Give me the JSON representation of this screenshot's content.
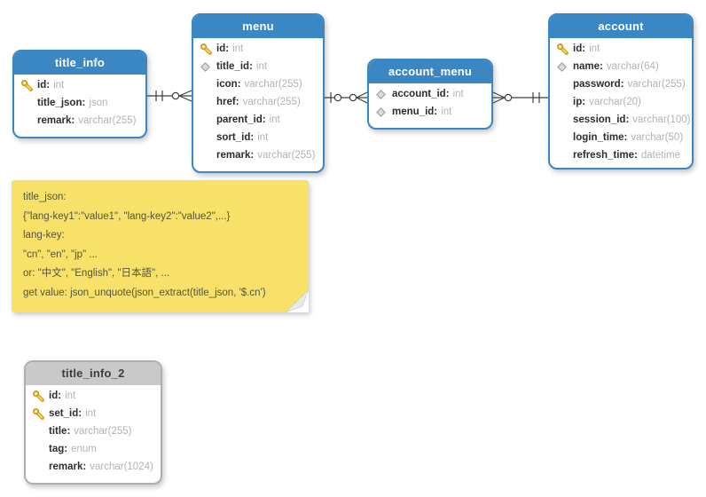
{
  "diagram_title": "database ER diagram",
  "colors": {
    "table_header_blue": "#3a87c4",
    "table_header_gray": "#c9c9c9",
    "note_yellow": "#f7e168",
    "relationship_line": "#404040",
    "field_name_text": "#2d2d2d",
    "field_type_text": "#b2b2b2"
  },
  "tables": [
    {
      "id": "title_info",
      "name": "title_info",
      "header_style": "blue",
      "fields": [
        {
          "icon": "key",
          "name": "id",
          "type": "int"
        },
        {
          "icon": "none",
          "name": "title_json",
          "type": "json"
        },
        {
          "icon": "none",
          "name": "remark",
          "type": "varchar(255)"
        }
      ]
    },
    {
      "id": "menu",
      "name": "menu",
      "header_style": "blue",
      "fields": [
        {
          "icon": "key",
          "name": "id",
          "type": "int"
        },
        {
          "icon": "diamond",
          "name": "title_id",
          "type": "int"
        },
        {
          "icon": "none",
          "name": "icon",
          "type": "varchar(255)"
        },
        {
          "icon": "none",
          "name": "href",
          "type": "varchar(255)"
        },
        {
          "icon": "none",
          "name": "parent_id",
          "type": "int"
        },
        {
          "icon": "none",
          "name": "sort_id",
          "type": "int"
        },
        {
          "icon": "none",
          "name": "remark",
          "type": "varchar(255)"
        }
      ]
    },
    {
      "id": "account_menu",
      "name": "account_menu",
      "header_style": "blue",
      "fields": [
        {
          "icon": "diamond",
          "name": "account_id",
          "type": "int"
        },
        {
          "icon": "diamond",
          "name": "menu_id",
          "type": "int"
        }
      ]
    },
    {
      "id": "account",
      "name": "account",
      "header_style": "blue",
      "fields": [
        {
          "icon": "key",
          "name": "id",
          "type": "int"
        },
        {
          "icon": "diamond",
          "name": "name",
          "type": "varchar(64)"
        },
        {
          "icon": "none",
          "name": "password",
          "type": "varchar(255)"
        },
        {
          "icon": "none",
          "name": "ip",
          "type": "varchar(20)"
        },
        {
          "icon": "none",
          "name": "session_id",
          "type": "varchar(100)"
        },
        {
          "icon": "none",
          "name": "login_time",
          "type": "varchar(50)"
        },
        {
          "icon": "none",
          "name": "refresh_time",
          "type": "datetime"
        }
      ]
    },
    {
      "id": "title_info_2",
      "name": "title_info_2",
      "header_style": "gray",
      "fields": [
        {
          "icon": "key",
          "name": "id",
          "type": "int"
        },
        {
          "icon": "key",
          "name": "set_id",
          "type": "int"
        },
        {
          "icon": "none",
          "name": "title",
          "type": "varchar(255)"
        },
        {
          "icon": "none",
          "name": "tag",
          "type": "enum"
        },
        {
          "icon": "none",
          "name": "remark",
          "type": "varchar(1024)"
        }
      ]
    }
  ],
  "relationships": [
    {
      "from": "title_info",
      "to": "menu",
      "from_cardinality": "one",
      "to_cardinality": "zero-or-many"
    },
    {
      "from": "menu",
      "to": "account_menu",
      "from_cardinality": "zero-or-one",
      "to_cardinality": "zero-or-many"
    },
    {
      "from": "account_menu",
      "to": "account",
      "from_cardinality": "zero-or-many",
      "to_cardinality": "one"
    }
  ],
  "note": {
    "lines": [
      "title_json:",
      "{\"lang-key1\":\"value1\", \"lang-key2\":\"value2\",...}",
      "lang-key:",
      "\"cn\", \"en\", \"jp\" ...",
      "or: \"中文\", \"English\", \"日本語\", ...",
      "get value: json_unquote(json_extract(title_json, '$.cn')"
    ]
  }
}
